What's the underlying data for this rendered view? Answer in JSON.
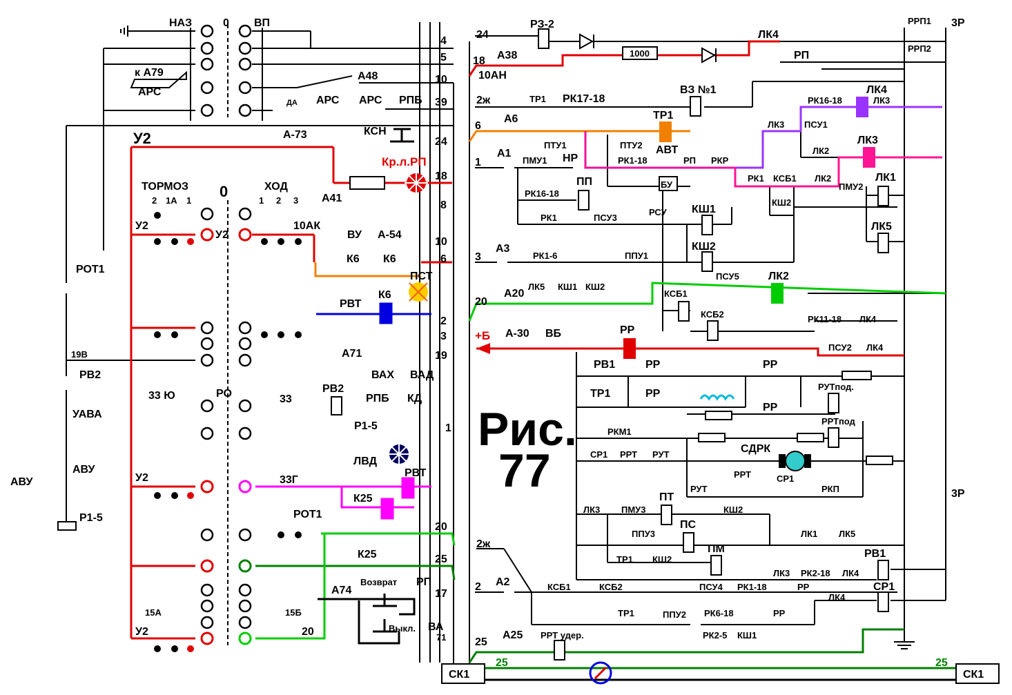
{
  "figure": {
    "title_line1": "Рис.",
    "title_line2": "77"
  },
  "colors": {
    "red": "#e00000",
    "orange": "#f08000",
    "blue": "#0000e0",
    "green": "#00cc00",
    "dark_green": "#008000",
    "magenta": "#ff00ff",
    "pink": "#ff1493",
    "violet": "#9933ff",
    "black": "#000000"
  },
  "controller_top": {
    "left": "НАЗ",
    "center": "0",
    "right": "ВП"
  },
  "controller_mid": {
    "left": "ТОРМОЗ",
    "center": "0",
    "right": "ХОД",
    "left_positions": [
      "2",
      "1А",
      "1"
    ],
    "right_positions": [
      "1",
      "2",
      "3"
    ]
  },
  "left_labels": {
    "k_a79": "к А79",
    "ars": "АРС",
    "u2": "У2",
    "rot1": "РОТ1",
    "v19": "19В",
    "rv2": "РВ2",
    "uava": "УАВА",
    "avu": "АВУ",
    "r15": "Р1-5",
    "u33": "33 Ю",
    "ro": "РО",
    "a15": "15А",
    "b15": "15Б",
    "u2_a": "У2",
    "u2_b": "У2",
    "u2_c": "У2",
    "u2_d": "У2",
    "ak10": "10АК",
    "v33": "33",
    "g33": "33Г"
  },
  "left_components": {
    "a48": "А48",
    "da": "ДА",
    "ars_r": "АРС",
    "ars_l": "АРС",
    "rpb": "РПБ",
    "a73": "А-73",
    "ksn": "КСН",
    "krl_rp": "Кр.л.РП",
    "a41": "А41",
    "vu": "ВУ",
    "a54": "А-54",
    "k6_1": "К6",
    "k6_2": "К6",
    "pst": "ПСТ",
    "rvt": "РВТ",
    "k6_3": "К6",
    "a71": "А71",
    "rv2": "РВ2",
    "vah": "ВАХ",
    "vad": "ВАД",
    "rpb2": "РПБ",
    "kd": "КД",
    "r15": "Р1-5",
    "lvd": "ЛВД",
    "rvt2": "РВТ",
    "k25": "К25",
    "rot1": "РОТ1",
    "k25b": "К25",
    "a74": "А74",
    "vozvrat": "Возврат",
    "rp": "РП",
    "vykl": "Выкл.",
    "va": "ВА"
  },
  "left_wire_numbers": [
    "4",
    "5",
    "10",
    "39",
    "24",
    "18",
    "8",
    "10",
    "6",
    "2",
    "3",
    "19",
    "1",
    "20",
    "25",
    "17",
    "71",
    "20"
  ],
  "right_wires": {
    "w24": "24",
    "w18": "18",
    "w10ah": "10АН",
    "w2zh": "2ж",
    "w6": "6",
    "w1": "1",
    "w3": "3",
    "w20": "20",
    "plus_b": "+Б",
    "w2zh_b": "2ж",
    "w2": "2",
    "w25": "25",
    "w25_bus_l": "25",
    "w25_bus_r": "25",
    "zr": "3Р",
    "zr2": "3Р"
  },
  "right_components": {
    "rz2": "РЗ-2",
    "a38": "А38",
    "r1000": "1000",
    "lk4_top": "ЛК4",
    "rp_top": "РП",
    "rrp1": "РРП1",
    "rrp2": "РРП2",
    "tr1_a": "ТР1",
    "rk1718": "РК17-18",
    "vz1": "ВЗ №1",
    "a6": "А6",
    "tr1_b": "ТР1",
    "ptu1": "ПТУ1",
    "ptu2": "ПТУ2",
    "avt": "АВТ",
    "a1": "А1",
    "pmu1": "ПМУ1",
    "nr": "НР",
    "rk118": "РК1-18",
    "rp2": "РП",
    "rkr": "РКР",
    "bu": "БУ",
    "rk1618a": "РК16-18",
    "rk1618b": "РК16-18",
    "lk4b": "ЛК4",
    "lk3a": "ЛК3",
    "lk3b": "ЛК3",
    "psu1": "ПСУ1",
    "lk2a": "ЛК2",
    "lk3c": "ЛК3",
    "pp": "ПП",
    "rk1a": "РК1",
    "ksb1": "КСБ1",
    "lk2b": "ЛК2",
    "pmu2": "ПМУ2",
    "lk1": "ЛК1",
    "ksh2a": "КШ2",
    "rk1b": "РК1",
    "psu3": "ПСУ3",
    "rsu": "РСУ",
    "ksh1": "КШ1",
    "ksh2b": "КШ2",
    "lk5": "ЛК5",
    "a3": "А3",
    "rk16": "РК1-6",
    "ppu1": "ППУ1",
    "psu5": "ПСУ5",
    "lk2c": "ЛК2",
    "a20": "А20",
    "lk5b": "ЛК5",
    "ksh1b": "КШ1",
    "ksh2c": "КШ2",
    "ksb1b": "КСБ1",
    "ksb2": "КСБ2",
    "rk1118": "РК11-18",
    "lk4c": "ЛК4",
    "a30": "А-30",
    "vb": "ВБ",
    "rr": "РР",
    "psu2": "ПСУ2",
    "lk4d": "ЛК4",
    "rv1": "РВ1",
    "rr2": "РР",
    "rr3": "РР",
    "tr1c": "ТР1",
    "rr4": "РР",
    "rr5": "РР",
    "rut_pod": "РУТпод.",
    "rrt_pod": "РРТпод",
    "rkm1": "РКМ1",
    "sdrk": "СДРК",
    "sr1": "СР1",
    "rrt": "РРТ",
    "rut": "РУТ",
    "rrt2": "РРТ",
    "sr1b": "СР1",
    "rut2": "РУТ",
    "rkp": "РКП",
    "lk3d": "ЛК3",
    "pmu3": "ПМУ3",
    "pt": "ПТ",
    "ksh2d": "КШ2",
    "ppu3": "ППУ3",
    "ps": "ПС",
    "tr1d": "ТР1",
    "ksh2e": "КШ2",
    "pm": "ПМ",
    "lk1b": "ЛК1",
    "lk5c": "ЛК5",
    "rv1b": "РВ1",
    "lk3e": "ЛК3",
    "rk218": "РК2-18",
    "lk4e": "ЛК4",
    "a2": "А2",
    "ksb1c": "КСБ1",
    "ksb2b": "КСБ2",
    "psu4": "ПСУ4",
    "rk118b": "РК1-18",
    "rr6": "РР",
    "lk4f": "ЛК4",
    "sr1c": "СР1",
    "tr1e": "ТР1",
    "ppu2": "ППУ2",
    "rk618": "РК6-18",
    "rr7": "РР",
    "rk25": "РК2-5",
    "ksh1c": "КШ1",
    "a25": "А25",
    "rrt_uder": "РРТ удер.",
    "sk1_l": "СК1",
    "sk1_r": "СК1"
  }
}
